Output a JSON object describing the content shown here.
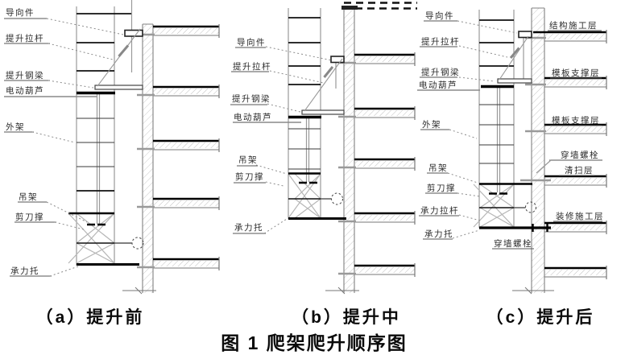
{
  "figure": {
    "title": "图 1  爬架爬升顺序图"
  },
  "a": {
    "caption": "（a）提升前",
    "labels": {
      "guide": "导向件",
      "lift_rod": "提升拉杆",
      "lift_beam": "提升钢梁",
      "hoist": "电动葫芦",
      "outer_frame": "外架",
      "hanger": "吊架",
      "scissor_brace": "剪刀撑",
      "bearing_bracket": "承力托"
    }
  },
  "b": {
    "caption": "（b）提升中",
    "labels": {
      "guide": "导向件",
      "lift_rod": "提升拉杆",
      "lift_beam": "提升钢梁",
      "hoist": "电动葫芦",
      "hanger": "吊架",
      "scissor_brace": "剪刀撑",
      "bearing_bracket": "承力托"
    }
  },
  "c": {
    "caption": "（c）提升后",
    "labels": {
      "guide": "导向件",
      "lift_rod": "提升拉杆",
      "lift_beam": "提升钢梁",
      "hoist": "电动葫芦",
      "outer_frame": "外架",
      "hanger": "吊架",
      "scissor_brace": "剪刀撑",
      "bearing_rod": "承力拉杆",
      "bearing_bracket": "承力托",
      "wall_bolt": "穿墙螺栓"
    },
    "floors": {
      "structure": "结构施工层",
      "formwork_upper": "模板支撑层",
      "formwork_lower": "模板支撑层",
      "wall_bolt": "穿墙螺栓",
      "cleaning": "清扫层",
      "decoration": "装修施工层"
    }
  },
  "colors": {
    "ink": "#1a1a1a",
    "gray": "#9a9a9a"
  }
}
